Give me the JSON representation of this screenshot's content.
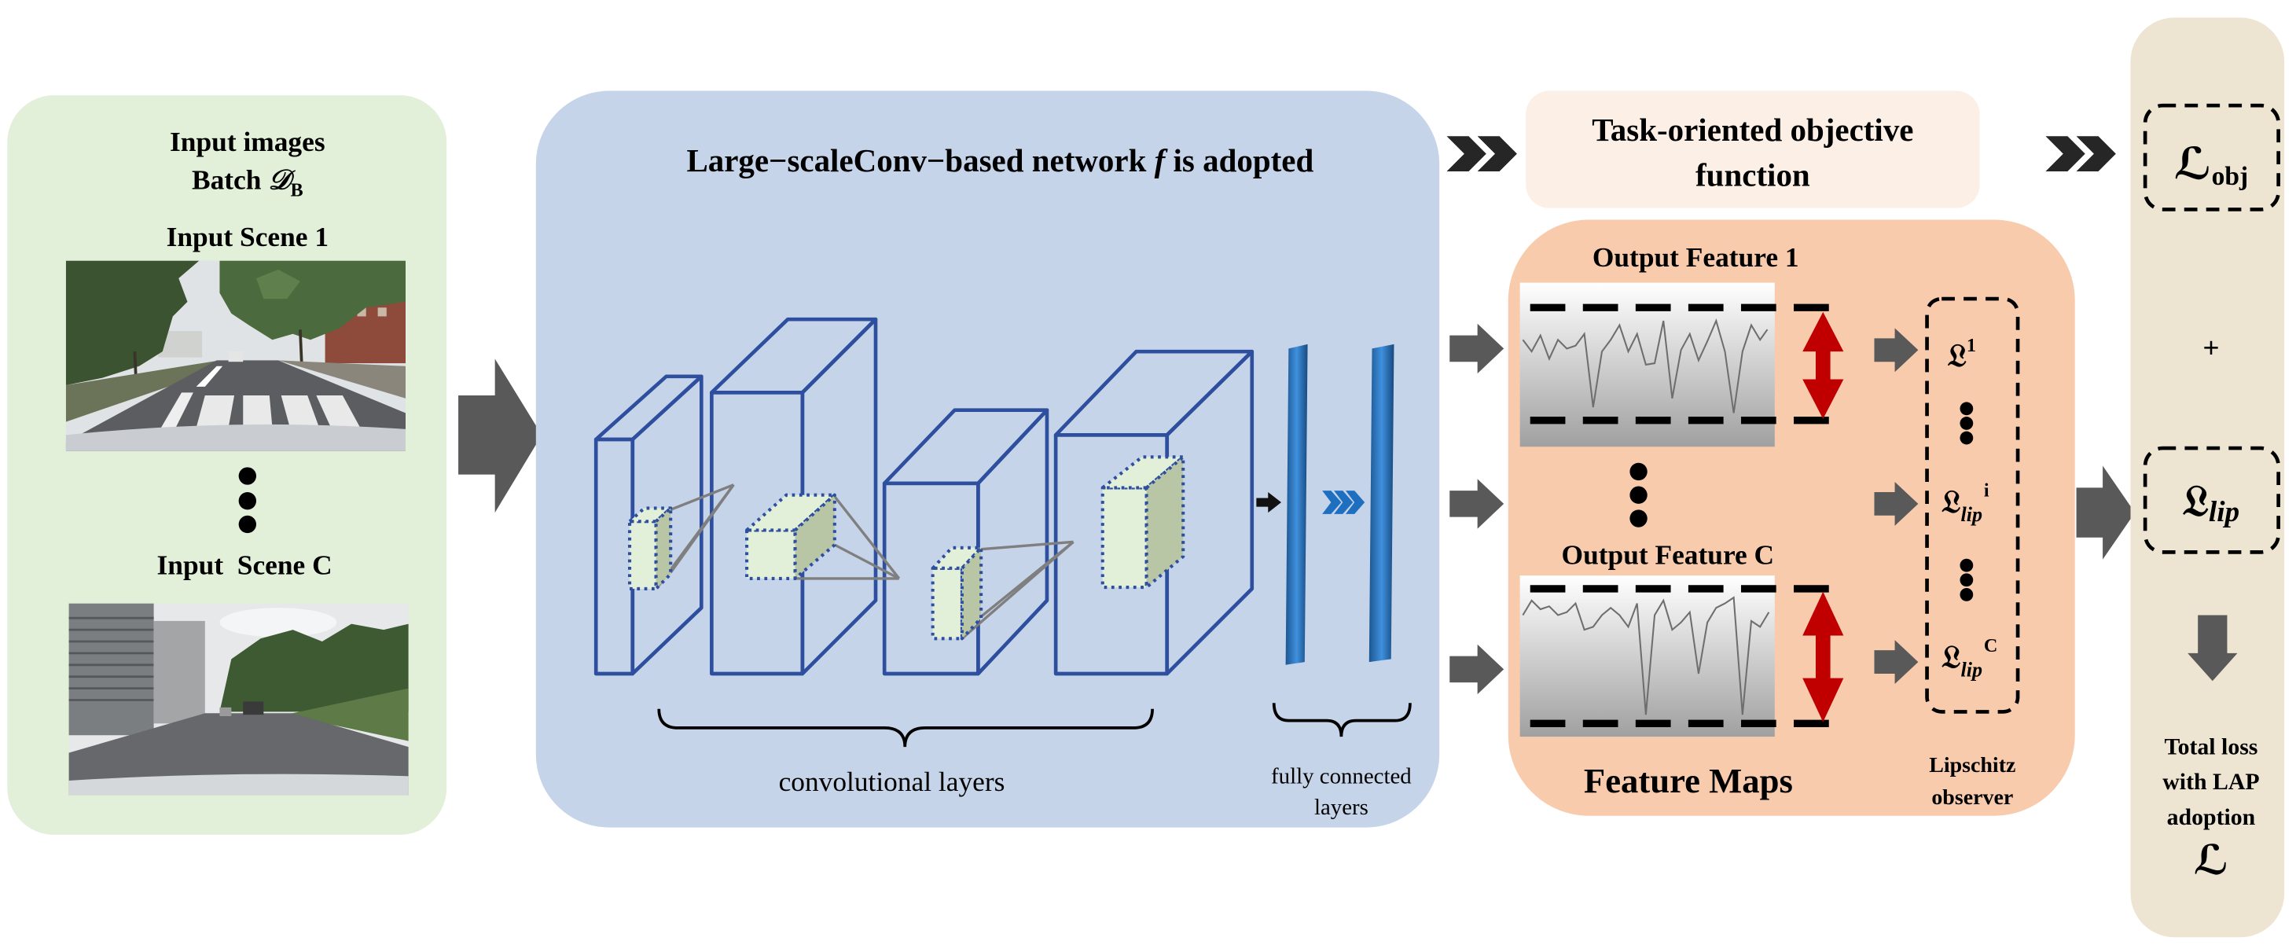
{
  "input_panel": {
    "title": "Input images",
    "batch_label": "Batch ",
    "batch_symbol": "𝒟",
    "batch_subscript": "B",
    "scene_1_label": "Input Scene 1",
    "scene_c_label": "Input  Scene C"
  },
  "network_panel": {
    "title_prefix": "Large−scaleConv−based network ",
    "title_variable": "f",
    "title_suffix": " is adopted",
    "conv_layers_label": "convolutional layers",
    "fc_layers_label_line_1": "fully connected",
    "fc_layers_label_line_2": "layers"
  },
  "task_box": {
    "label_line_1": "Task-oriented objective",
    "label_line_2": "function"
  },
  "feature_panel": {
    "output_feature_1_label": "Output Feature 1",
    "output_feature_c_label": "Output Feature C",
    "title": "Feature Maps",
    "observer_label_line_1": "Lipschitz",
    "observer_label_line_2": "observer",
    "observer_terms": [
      {
        "symbol": "𝔏",
        "superscript": "1"
      },
      {
        "symbol": "𝔏",
        "subscript": "lip",
        "superscript": "i"
      },
      {
        "symbol": "𝔏",
        "subscript": "lip",
        "superscript": "C"
      }
    ]
  },
  "loss_panel": {
    "objective_symbol": "ℒ",
    "objective_subscript": "obj",
    "plus_sign": "+",
    "lipschitz_symbol": "𝔏",
    "lipschitz_subscript": "lip",
    "total_label_line_1": "Total loss",
    "total_label_line_2": "with LAP",
    "total_label_line_3": "adoption",
    "total_symbol": "ℒ"
  },
  "icons": {
    "flow_arrow": "right-block-arrow-icon",
    "down_arrow": "down-block-arrow-icon",
    "chevrons": "double-chevron-icon",
    "range_arrow": "vertical-double-arrow-icon"
  },
  "colors": {
    "input_panel": "#e2efd9",
    "network_panel": "#c6d4ea",
    "task_box": "#fcefe5",
    "feature_panel": "#f8cbad",
    "loss_panel": "#ede5d1",
    "flow_arrow": "#595959",
    "layer_outline": "#2e4f9e",
    "kernel_fill": "#e2efd9",
    "range_arrow": "#c00000",
    "chevron": "#262626"
  }
}
